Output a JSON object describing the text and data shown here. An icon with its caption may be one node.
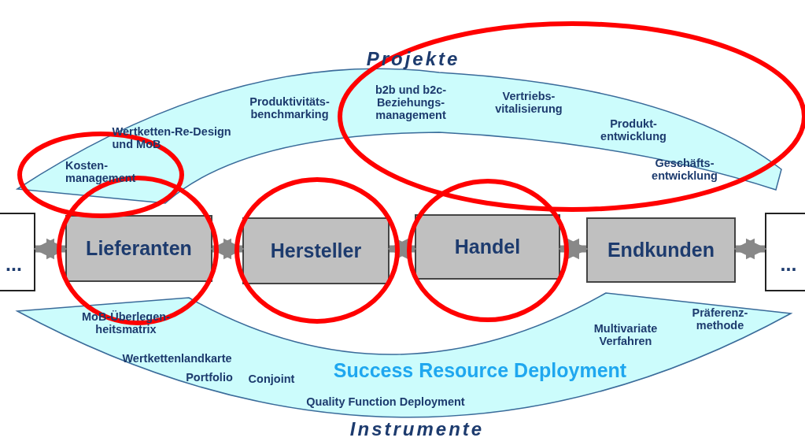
{
  "diagram": {
    "nodes": [
      {
        "text": [
          "Projekte",
          "Produktivitäts- benchmarking",
          "Wertketten-Re-Design und MoB",
          "Kosten- management",
          "b2b und b2c- Beziehungs- management",
          "Vertriebs- vitalisierung",
          "Produkt- entwicklung",
          "Geschäfts- entwicklung"
        ]
      },
      {
        "text": [
          "..."
        ]
      },
      {
        "text": [
          "Lieferanten"
        ]
      },
      {
        "text": [
          "Hersteller"
        ]
      },
      {
        "text": [
          "Handel"
        ]
      },
      {
        "text": [
          "Endkunden"
        ]
      },
      {
        "text": [
          "..."
        ]
      },
      {
        "text": [
          "MoB-Überlegen- heitsmatrix",
          "Wertkettenlandkarte",
          "Portfolio",
          "Conjoint",
          "Success Resource Deployment",
          "Quality Function Deployment",
          "Multivariate Verfahren",
          "Präferenz- methode",
          "Instrumente"
        ]
      }
    ],
    "edges": [
      {
        "from": 1,
        "to": 2,
        "arrow": "both"
      },
      {
        "from": 2,
        "to": 3,
        "arrow": "both"
      },
      {
        "from": 3,
        "to": 4,
        "arrow": "both"
      },
      {
        "from": 4,
        "to": 5,
        "arrow": "both"
      },
      {
        "from": 5,
        "to": 6,
        "arrow": "both"
      }
    ]
  }
}
